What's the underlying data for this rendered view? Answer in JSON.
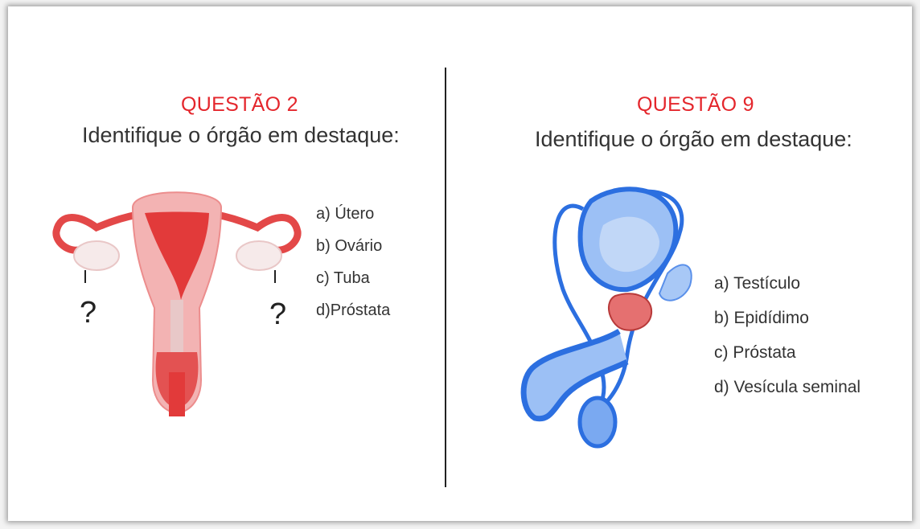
{
  "left": {
    "title": "QUESTÃO 2",
    "prompt": "Identifique o órgão em destaque:",
    "options": [
      "a) Útero",
      "b) Ovário",
      "c) Tuba",
      "d)Próstata"
    ],
    "marker": "?",
    "accent": "#e4262c",
    "organ_color": "#e23a3a"
  },
  "right": {
    "title": "QUESTÃO 9",
    "prompt": "Identifique o órgão em destaque:",
    "options": [
      "a)  Testículo",
      "b)  Epidídimo",
      "c)  Próstata",
      "d)  Vesícula seminal"
    ],
    "organ_color": "#2c6fe0",
    "highlight_color": "#e05a5a"
  }
}
